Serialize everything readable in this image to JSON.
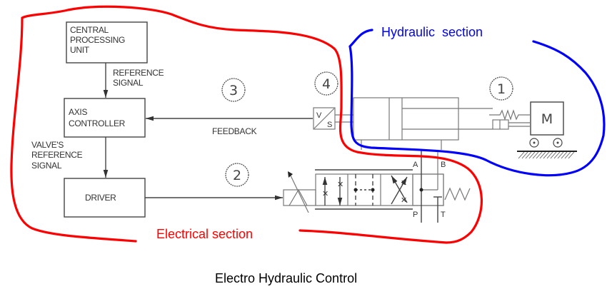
{
  "diagram": {
    "title": "Electro Hydraulic Control",
    "colors": {
      "electrical": "#ff0000",
      "hydraulic": "#0000ff",
      "line": "#444444"
    },
    "blocks": {
      "cpu": [
        "CENTRAL",
        "PROCESSING",
        "UNIT"
      ],
      "axis_controller": [
        "AXIS",
        "CONTROLLER"
      ],
      "driver": "DRIVER"
    },
    "signals": {
      "reference": [
        "REFERENCE",
        "SIGNAL"
      ],
      "valve_reference": [
        "VALVE'S",
        "REFERENCE",
        "SIGNAL"
      ],
      "feedback": "FEEDBACK"
    },
    "markers": [
      "1",
      "2",
      "3",
      "4"
    ],
    "transducer": {
      "top": "V",
      "bottom": "S"
    },
    "ports": {
      "a": "A",
      "b": "B",
      "p": "P",
      "t": "T"
    },
    "load_label": "M",
    "sections": {
      "electrical": "Electrical section",
      "hydraulic": "Hydraulic  section"
    }
  }
}
